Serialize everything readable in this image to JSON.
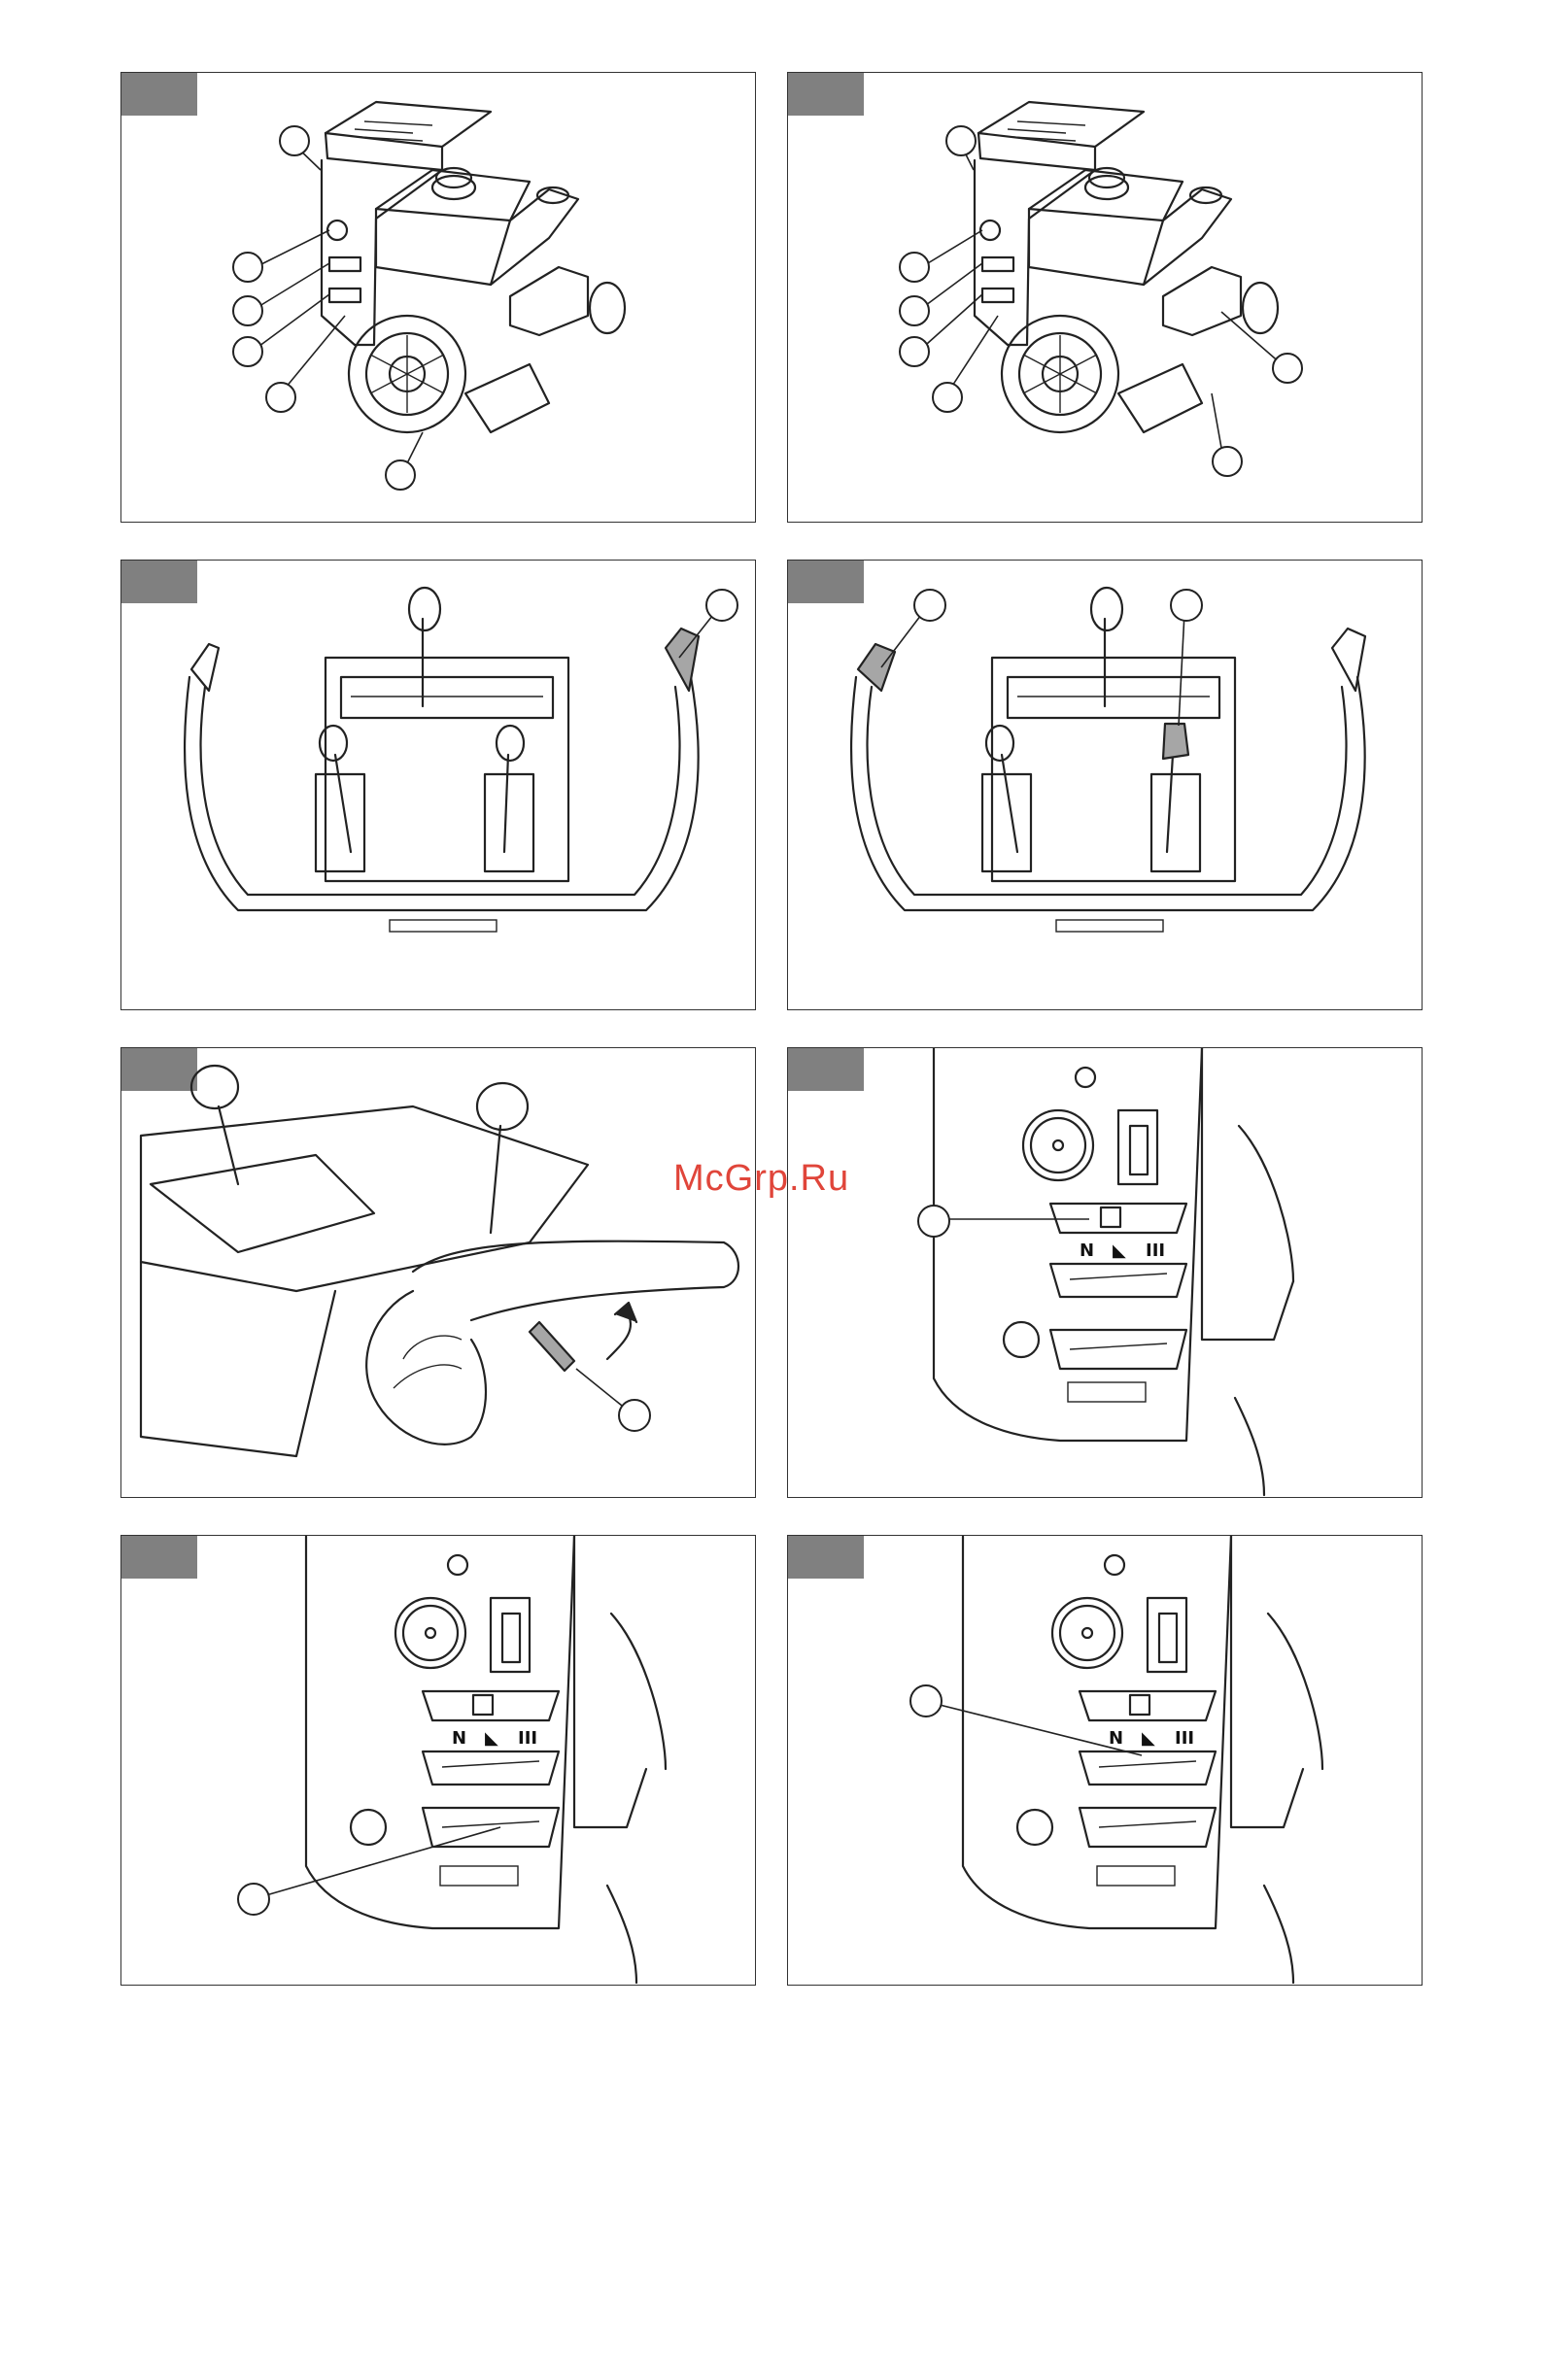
{
  "watermark": {
    "text": "McGrp.Ru"
  },
  "lever_labels": {
    "n": "N",
    "mid": "◣",
    "full": "III"
  },
  "colors": {
    "tab": "#808080",
    "watermark": "#e0453a",
    "border": "#333333",
    "highlight": "#a6a6a6"
  }
}
